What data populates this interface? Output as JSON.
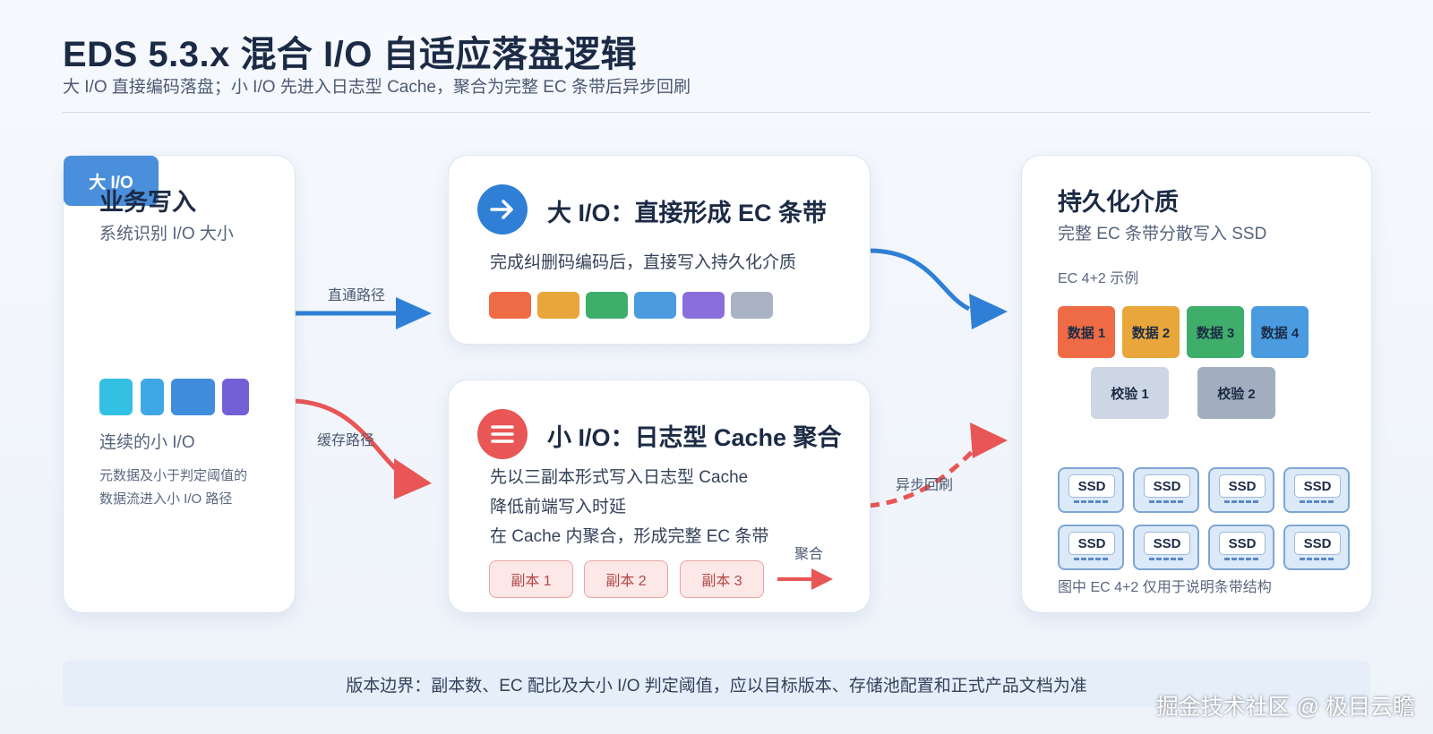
{
  "header": {
    "title": "EDS 5.3.x 混合 I/O 自适应落盘逻辑",
    "subtitle": "大 I/O 直接编码落盘；小 I/O 先进入日志型 Cache，聚合为完整 EC 条带后异步回刷"
  },
  "business": {
    "title": "业务写入",
    "subtitle": "系统识别 I/O 大小",
    "big_io_label": "大 I/O",
    "small_io_title": "连续的小 I/O",
    "small_io_desc_line1": "元数据及小于判定阈值的",
    "small_io_desc_line2": "数据流进入小 I/O 路径"
  },
  "paths": {
    "direct_label": "直通路径",
    "cache_label": "缓存路径",
    "async_label": "异步回刷",
    "aggregate_label": "聚合"
  },
  "big_io": {
    "title": "大 I/O：直接形成 EC 条带",
    "desc": "完成纠删码编码后，直接写入持久化介质",
    "icon": "arrow-right-icon"
  },
  "small_io": {
    "title": "小 I/O：日志型 Cache 聚合",
    "line1": "先以三副本形式写入日志型 Cache",
    "line2": "降低前端写入时延",
    "line3": "在 Cache 内聚合，形成完整 EC 条带",
    "icon": "menu-lines-icon",
    "replicas": [
      "副本 1",
      "副本 2",
      "副本 3"
    ]
  },
  "storage": {
    "title": "持久化介质",
    "subtitle": "完整 EC 条带分散写入 SSD",
    "example_label": "EC 4+2 示例",
    "data_blocks": [
      "数据 1",
      "数据 2",
      "数据 3",
      "数据 4"
    ],
    "parity_blocks": [
      "校验 1",
      "校验 2"
    ],
    "ssd_label": "SSD",
    "footnote": "图中 EC 4+2 仅用于说明条带结构"
  },
  "banner": "版本边界：副本数、EC 配比及大小 I/O 判定阈值，应以目标版本、存储池配置和正式产品文档为准",
  "watermark": "掘金技术社区 @ 极目云瞻",
  "colors": {
    "blue": "#2f7fd6",
    "red": "#e85656",
    "orange": "#ef6b45",
    "amber": "#e8a63b",
    "green": "#3fae6a",
    "sky": "#4a9be0",
    "purple": "#8a6fdc",
    "gray": "#a9b3c4"
  }
}
